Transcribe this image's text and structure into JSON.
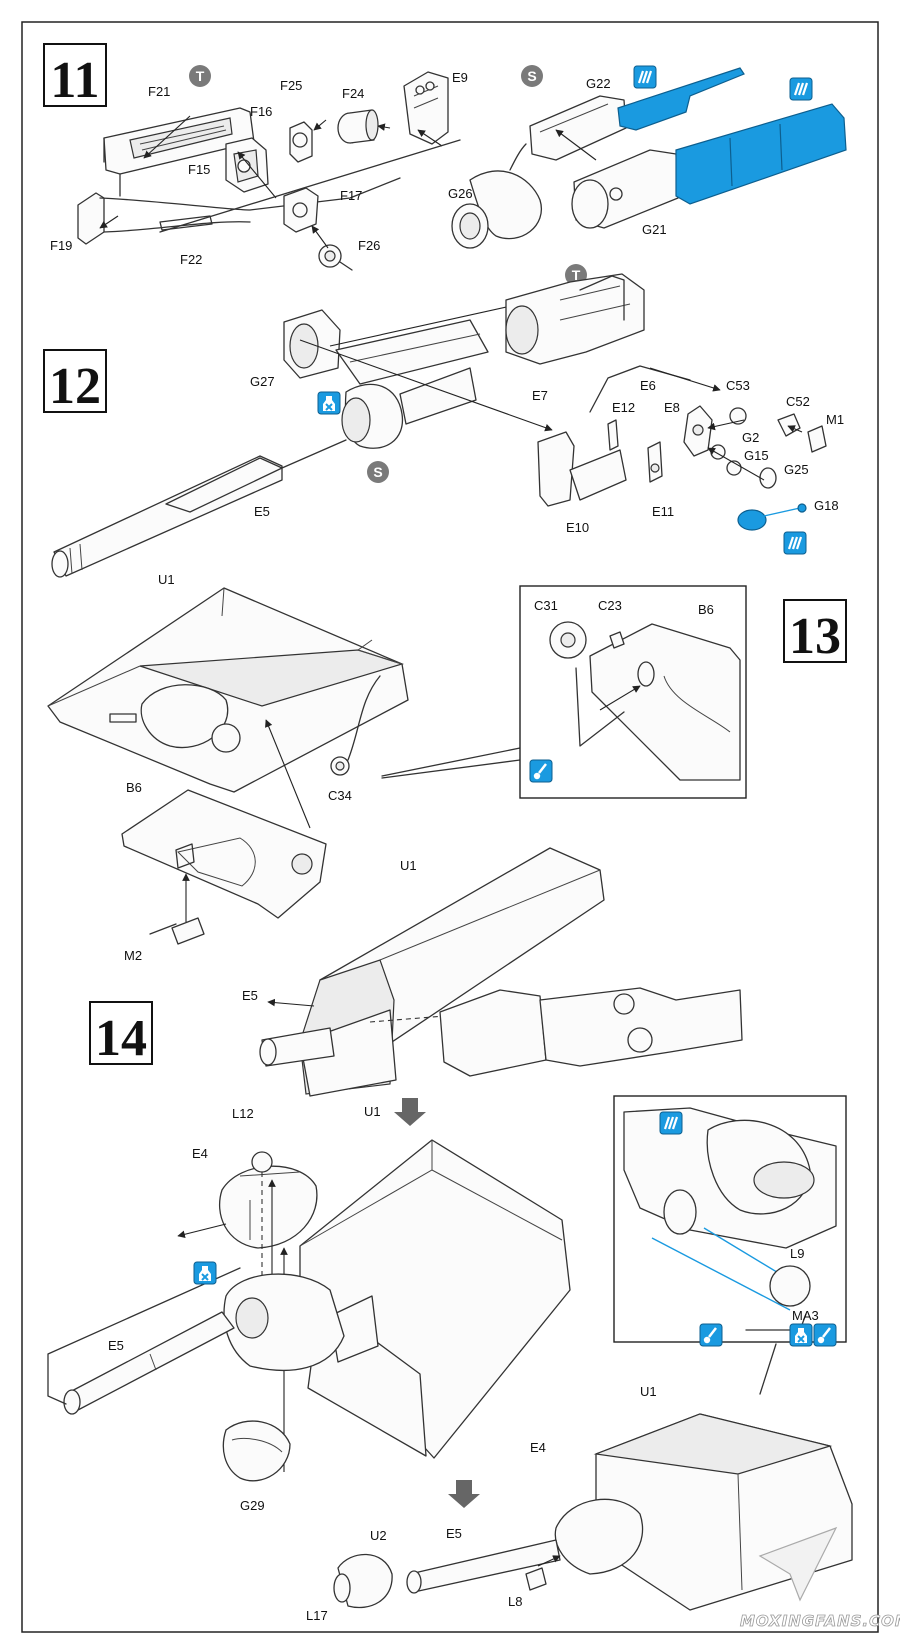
{
  "steps": [
    "11",
    "12",
    "13",
    "14"
  ],
  "sub_badges": {
    "t": "T",
    "s": "S"
  },
  "labels": {
    "F21": "F21",
    "F25": "F25",
    "F24": "F24",
    "E9": "E9",
    "F16": "F16",
    "F15": "F15",
    "F17": "F17",
    "F19": "F19",
    "F22": "F22",
    "F26": "F26",
    "G22": "G22",
    "G26": "G26",
    "G21": "G21",
    "G27": "G27",
    "E7": "E7",
    "E6": "E6",
    "C53": "C53",
    "C52": "C52",
    "M1": "M1",
    "E8": "E8",
    "E12": "E12",
    "G2": "G2",
    "G15": "G15",
    "G25": "G25",
    "G18": "G18",
    "E11": "E11",
    "E10": "E10",
    "E5": "E5",
    "U1": "U1",
    "C31": "C31",
    "C23": "C23",
    "B6": "B6",
    "C34": "C34",
    "M2": "M2",
    "L12": "L12",
    "E4": "E4",
    "L9": "L9",
    "MA3": "MA3",
    "G29": "G29",
    "U2": "U2",
    "L17": "L17",
    "L8": "L8"
  },
  "watermark": "MOXINGFANS.COM",
  "colors": {
    "accent": "#1a9ae0",
    "line": "#333333",
    "badge": "#7a7a7a"
  },
  "icons": [
    "photo-etch-icon",
    "glue-icon",
    "paint-icon",
    "no-glue-icon"
  ]
}
